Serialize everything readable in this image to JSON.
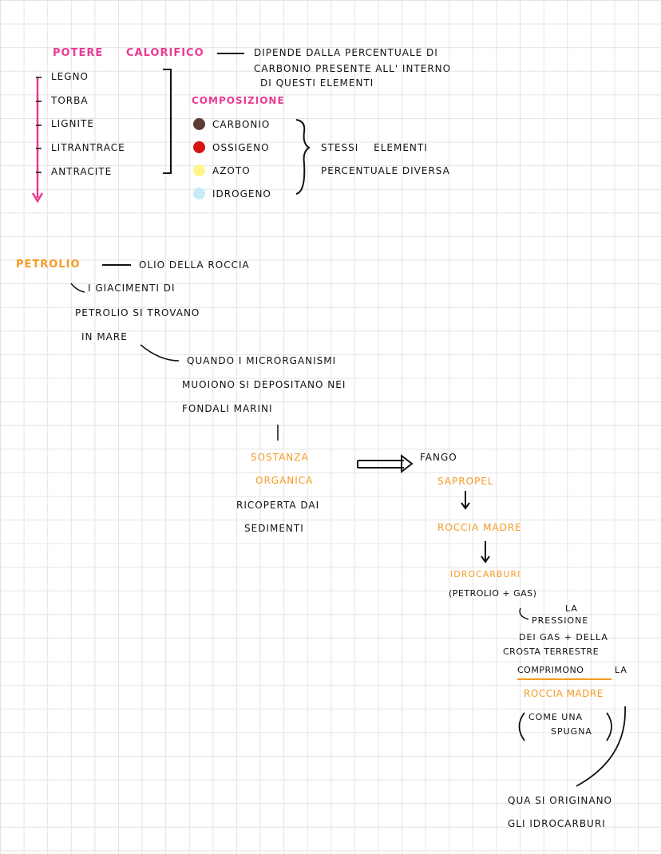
{
  "header": {
    "potere": "Potere",
    "calorifico": "calorifico",
    "dipende_1": "dipende dalla percentuale di",
    "dipende_2": "carbonio presente all' interno",
    "dipende_3": "di questi elementi"
  },
  "fuels": [
    "legno",
    "torba",
    "lignite",
    "litrantrace",
    "antracite"
  ],
  "composizione": {
    "title": "composizione",
    "elements": [
      {
        "label": "carbonio",
        "color": "#5a3d33"
      },
      {
        "label": "ossigeno",
        "color": "#d61414"
      },
      {
        "label": "azoto",
        "color": "#fff58a"
      },
      {
        "label": "idrogeno",
        "color": "#c6ebf7"
      }
    ],
    "note_1": "stessi elementi",
    "note_2": "percentuale diversa"
  },
  "petrolio": {
    "title": "Petrolio",
    "def": "olio della roccia",
    "giacimenti_1": "I giacimenti di",
    "giacimenti_2": "petrolio si trovano",
    "giacimenti_3": "in mare"
  },
  "process": {
    "quando_1": "quando i microrganismi",
    "quando_2": "muoiono si depositano nei",
    "quando_3": "fondali marini",
    "sostanza_1": "sostanza",
    "sostanza_2": "organica",
    "ricoperta_1": "ricoperta dai",
    "ricoperta_2": "sedimenti",
    "fango": "Fango",
    "sapropel": "sapropel",
    "roccia_madre": "Roccia madre",
    "idrocarburi": "idrocarburi",
    "petrolio_gas": "(petrolio + gas)",
    "pressione_1": "la",
    "pressione_2": "pressione",
    "pressione_3": "dei gas + della",
    "pressione_4": "crosta terrestre",
    "comprimono": "comprimono",
    "la": "la",
    "roccia_madre_2": "Roccia madre",
    "spugna_1": "come una",
    "spugna_2": "spugna",
    "origine_1": "qua si originano",
    "origine_2": "gli idrocarburi"
  }
}
